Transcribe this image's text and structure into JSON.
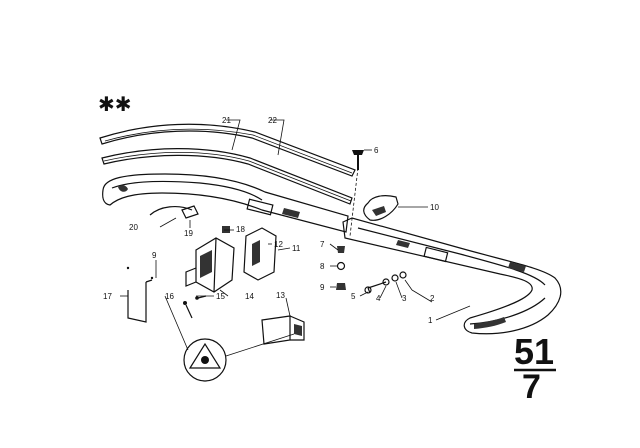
{
  "header": {
    "marker": "✱✱"
  },
  "group": {
    "number": "51",
    "page": "7"
  },
  "callouts": [
    {
      "id": "c1",
      "text": "1"
    },
    {
      "id": "c2",
      "text": "2"
    },
    {
      "id": "c3",
      "text": "3"
    },
    {
      "id": "c4",
      "text": "4"
    },
    {
      "id": "c5",
      "text": "5"
    },
    {
      "id": "c6",
      "text": "6"
    },
    {
      "id": "c7",
      "text": "7"
    },
    {
      "id": "c8",
      "text": "8"
    },
    {
      "id": "c9",
      "text": "9"
    },
    {
      "id": "c9b",
      "text": "9"
    },
    {
      "id": "c10",
      "text": "10"
    },
    {
      "id": "c11",
      "text": "11"
    },
    {
      "id": "c12",
      "text": "12"
    },
    {
      "id": "c13",
      "text": "13"
    },
    {
      "id": "c14",
      "text": "14"
    },
    {
      "id": "c15",
      "text": "15"
    },
    {
      "id": "c16",
      "text": "16"
    },
    {
      "id": "c17",
      "text": "17"
    },
    {
      "id": "c18",
      "text": "18"
    },
    {
      "id": "c19",
      "text": "19"
    },
    {
      "id": "c20",
      "text": "20"
    },
    {
      "id": "c21",
      "text": "21"
    },
    {
      "id": "c22",
      "text": "22"
    }
  ]
}
